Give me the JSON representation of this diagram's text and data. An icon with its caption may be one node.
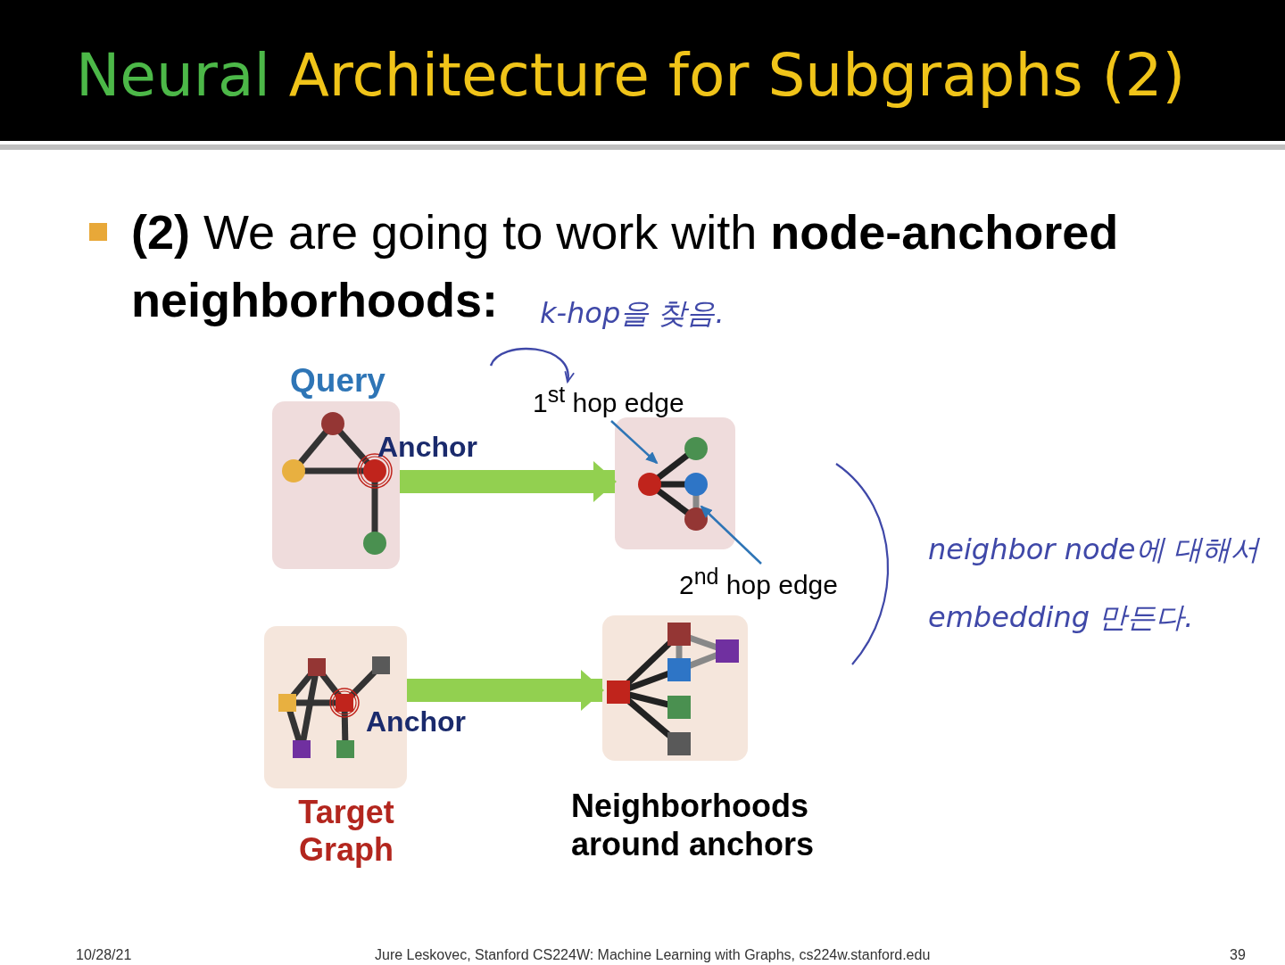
{
  "diagram": {
    "title": "Neural Architecture for Subgraphs (2)",
    "nodes": [
      {
        "text": [
          "Query"
        ],
        "beside": [
          "Anchor"
        ]
      },
      {
        "text": [],
        "shape": "box"
      },
      {
        "text": [
          "Target Graph"
        ],
        "beside": [
          "Anchor"
        ]
      },
      {
        "text": [],
        "shape": "box"
      },
      {
        "text": [
          "1$^{st}$ hop edge"
        ]
      },
      {
        "text": [
          "2$^{nd}$ hop edge"
        ]
      }
    ],
    "edges": [
      {
        "from": 0,
        "to": 1,
        "arrow": "to",
        "style": "thick",
        "color": "#92d050"
      },
      {
        "from": 2,
        "to": 3,
        "arrow": "to",
        "style": "thick",
        "color": "#92d050"
      },
      {
        "from": 4,
        "to": 1,
        "arrow": "to",
        "color": "#2e75b6"
      },
      {
        "from": 5,
        "to": 1,
        "arrow": "to",
        "color": "#2e75b6"
      },
      {
        "from": null,
        "to": 4,
        "arrow": "to",
        "color": "#3f48a8"
      }
    ],
    "labels": [
      "**(2)** We are going to work with **node-anchored neighborhoods:**",
      "k-hop을 찾음.",
      "neighbor node에 대해서 embedding 만든다.",
      "Neighborhoods around anchors",
      "10/28/21",
      "Jure Leskovec, Stanford CS224W: Machine Learning with Graphs, cs224w.stanford.edu",
      "39"
    ]
  }
}
